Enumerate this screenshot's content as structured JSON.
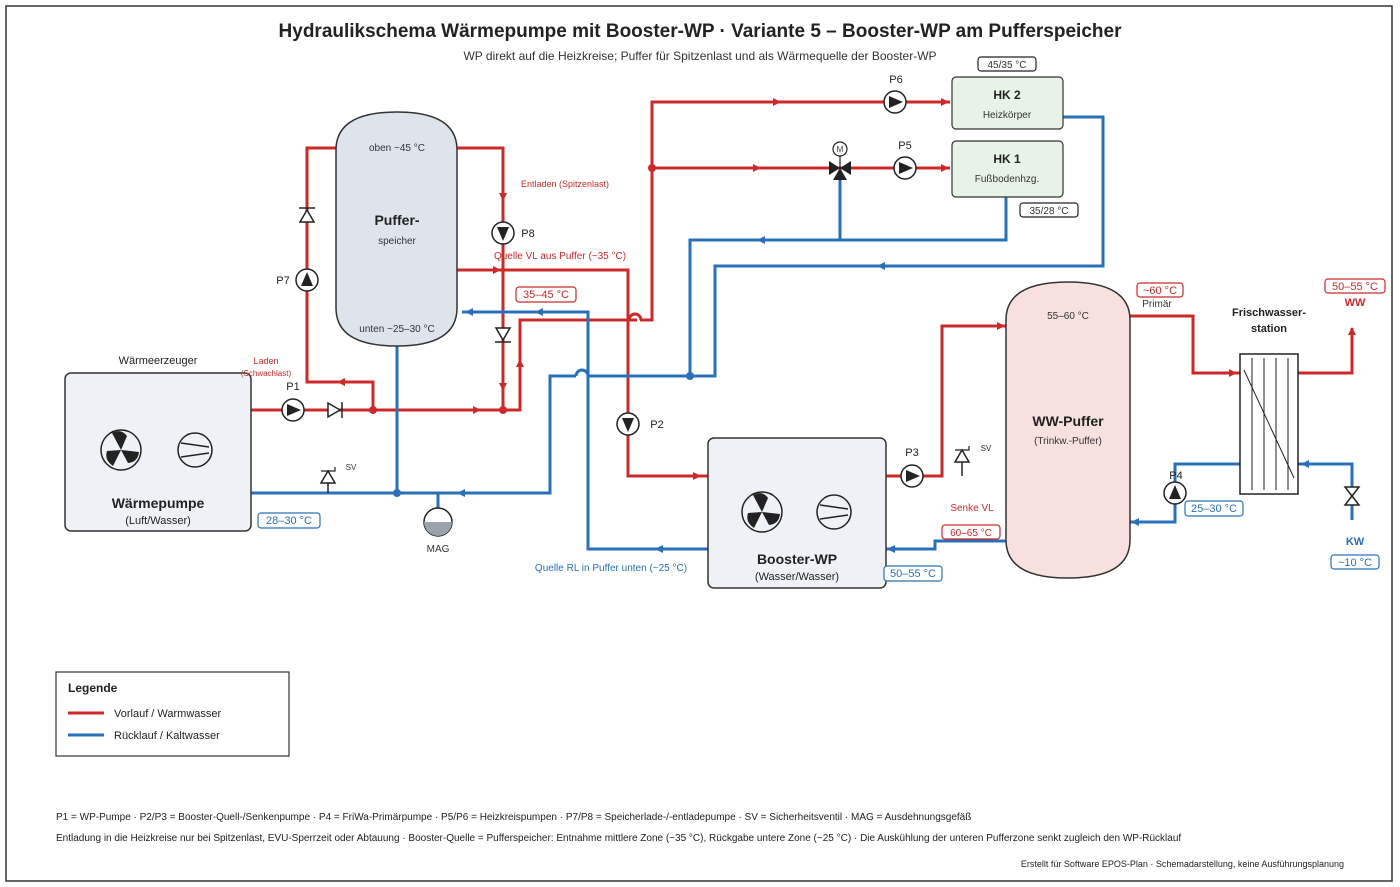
{
  "title": "Hydraulikschema Wärmepumpe mit Booster-WP · Variante 5 – Booster-WP am Pufferspeicher",
  "subtitle": "WP direkt auf die Heizkreise; Puffer für Spitzenlast und als Wärmequelle der Booster-WP",
  "colors": {
    "vorlauf": "#cc2a2a",
    "ruecklauf": "#2a70b8"
  },
  "waermepumpe": {
    "group_label": "Wärmeerzeuger",
    "name": "Wärmepumpe",
    "type": "(Luft/Wasser)",
    "return_temp": "28–30 °C",
    "icons": [
      "fan-icon",
      "compressor-icon"
    ]
  },
  "puffer": {
    "name_line1": "Puffer-",
    "name_line2": "speicher",
    "top_temp": "oben ~45 °C",
    "bottom_temp": "unten ~25–30 °C",
    "mid_temp": "35–45 °C"
  },
  "hk2": {
    "name": "HK 2",
    "type": "Heizkörper",
    "temp": "45/35 °C"
  },
  "hk1": {
    "name": "HK 1",
    "type": "Fußbodenhzg.",
    "temp": "35/28 °C"
  },
  "booster": {
    "name": "Booster-WP",
    "type": "(Wasser/Wasser)",
    "temp": "50–55 °C",
    "icons": [
      "fan-icon",
      "compressor-icon"
    ]
  },
  "ww_puffer": {
    "name": "WW-Puffer",
    "type": "(Trinkw.-Puffer)",
    "temp": "55–60 °C"
  },
  "frischwasser": {
    "line1": "Frischwasser-",
    "line2": "station",
    "primaer_temp": "~60 °C",
    "primaer_label": "Primär",
    "ww_temp": "50–55 °C",
    "ww_label": "WW",
    "kw_label": "KW",
    "kw_temp": "~10 °C",
    "return_temp": "25–30 °C"
  },
  "pumps": {
    "p1": "P1",
    "p2": "P2",
    "p3": "P3",
    "p4": "P4",
    "p5": "P5",
    "p6": "P6",
    "p7": "P7",
    "p8": "P8"
  },
  "labels": {
    "laden": "Laden",
    "schwachlast": "(Schwachlast)",
    "entladen": "Entladen (Spitzenlast)",
    "quelle_vl": "Quelle VL aus Puffer (~35 °C)",
    "quelle_rl": "Quelle RL in Puffer unten (~25 °C)",
    "senke_vl": "Senke VL",
    "senke_temp": "60–65 °C",
    "sv": "SV",
    "mag": "MAG",
    "mischer": "M"
  },
  "legend": {
    "title": "Legende",
    "vorlauf": "Vorlauf / Warmwasser",
    "ruecklauf": "Rücklauf / Kaltwasser"
  },
  "footer": {
    "line1": "P1 = WP-Pumpe · P2/P3 = Booster-Quell-/Senkenpumpe · P4 = FriWa-Primärpumpe · P5/P6 = Heizkreispumpen · P7/P8 = Speicherlade-/-entladepumpe · SV = Sicherheitsventil · MAG = Ausdehnungsgefäß",
    "line2": "Entladung in die Heizkreise nur bei Spitzenlast, EVU-Sperrzeit oder Abtauung · Booster-Quelle = Pufferspeicher: Entnahme mittlere Zone (~35 °C), Rückgabe untere Zone (~25 °C) · Die Auskühlung der unteren Pufferzone senkt zugleich den WP-Rücklauf",
    "credit": "Erstellt für Software EPOS-Plan · Schemadarstellung, keine Ausführungsplanung"
  }
}
